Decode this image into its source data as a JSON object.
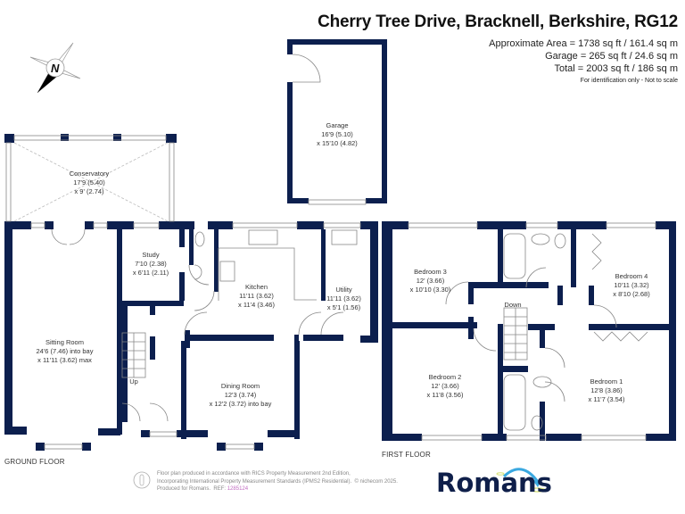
{
  "header": {
    "title": "Cherry Tree Drive, Bracknell, Berkshire, RG12",
    "area_lines": [
      "Approximate Area = 1738 sq ft / 161.4 sq m",
      "Garage = 265 sq ft / 24.6 sq m",
      "Total = 2003 sq ft / 186 sq m"
    ],
    "disclaimer": "For identification only - Not to scale"
  },
  "compass": {
    "icon": "north-arrow-icon",
    "label": "N"
  },
  "colors": {
    "wall": "#0c1f4e",
    "text": "#333333",
    "ref": "#c06cc0",
    "logo_text": "#0f1f4a",
    "logo_arc": "#3aa8e0",
    "logo_ring": "#d8e27a"
  },
  "ground_floor": {
    "label": "GROUND FLOOR",
    "rooms": {
      "conservatory": {
        "name": "Conservatory",
        "dim1": "17'9 (5.40)",
        "dim2": "x 9' (2.74)"
      },
      "garage": {
        "name": "Garage",
        "dim1": "16'9 (5.10)",
        "dim2": "x 15'10 (4.82)"
      },
      "study": {
        "name": "Study",
        "dim1": "7'10 (2.38)",
        "dim2": "x 6'11 (2.11)"
      },
      "kitchen": {
        "name": "Kitchen",
        "dim1": "11'11 (3.62)",
        "dim2": "x 11'4 (3.46)"
      },
      "utility": {
        "name": "Utility",
        "dim1": "11'11 (3.62)",
        "dim2": "x 5'1 (1.56)"
      },
      "sitting_room": {
        "name": "Sitting Room",
        "dim1": "24'6 (7.46) into bay",
        "dim2": "x 11'11 (3.62) max"
      },
      "dining_room": {
        "name": "Dining Room",
        "dim1": "12'3 (3.74)",
        "dim2": "x 12'2 (3.72) into bay"
      }
    },
    "stairs_label": "Up"
  },
  "first_floor": {
    "label": "FIRST FLOOR",
    "rooms": {
      "bedroom3": {
        "name": "Bedroom 3",
        "dim1": "12' (3.66)",
        "dim2": "x 10'10 (3.30)"
      },
      "bedroom4": {
        "name": "Bedroom 4",
        "dim1": "10'11 (3.32)",
        "dim2": "x 8'10 (2.68)"
      },
      "bedroom2": {
        "name": "Bedroom 2",
        "dim1": "12' (3.66)",
        "dim2": "x 11'8 (3.56)"
      },
      "bedroom1": {
        "name": "Bedroom 1",
        "dim1": "12'8 (3.86)",
        "dim2": "x 11'7 (3.54)"
      }
    },
    "stairs_label": "Down"
  },
  "footer": {
    "line1": "Floor plan produced in accordance with RICS Property Measurement 2nd Edition,",
    "line2": "Incorporating International Property Measurement Standards (IPMS2 Residential).",
    "copyright": "© nichecom 2025.",
    "line3": "Produced for Romans.",
    "ref_label": "REF:",
    "ref_value": "1285124",
    "logo_text": "Romans"
  }
}
